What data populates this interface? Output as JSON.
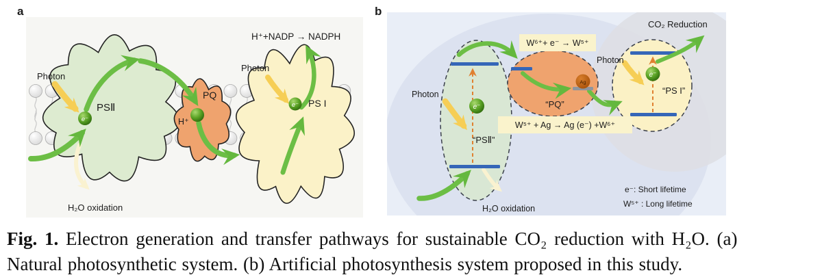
{
  "colors": {
    "arrow_green": "#6CBE45",
    "photon_yellow": "#F6CE55",
    "excitation_orange": "#E08030",
    "energy_bar_blue": "#3566B8",
    "gray_bar": "#8E959E",
    "psii_cloud_fill": "#DDEBD0",
    "pq_cloud_fill": "#EFA36E",
    "psi_cloud_fill": "#FBF2C8",
    "panel_a_bg": "#F6F6F3",
    "panel_b_bg": "#E9EEF7",
    "panel_b_decor_ellipse": "#D8DEED",
    "panel_b_decor_circle": "#DEDFE4",
    "psii_ellipse_fill": "#D9E7D4",
    "pq_ellipse_fill": "#EFA36E",
    "psi_circle_fill": "#FBF1C5",
    "eq_box_fill": "#FAF3CC",
    "ag_fill": "#C06515"
  },
  "panel_a": {
    "label": "a",
    "photon_left": "Photon",
    "psii": "PSⅡ",
    "pq": "PQ",
    "h_plus": "H⁺",
    "photon_right": "Photon",
    "psi": "PS I",
    "nadph_equation": "H⁺+NADP → NADPH",
    "h2o_oxidation": "H₂O oxidation",
    "electron": "e⁻"
  },
  "panel_b": {
    "label": "b",
    "photon_left": "Photon",
    "photon_right": "Photon",
    "psii": "“PSⅡ”",
    "pq": "“PQ”",
    "psi": "“PS I”",
    "silver": "Ag",
    "electron": "e⁻",
    "eq_w_reduction": "W⁶⁺+ e⁻ → W⁵⁺",
    "eq_ag_transfer": "W⁵⁺ + Ag → Ag (e⁻) +W⁶⁺",
    "co2_reduction": "CO₂ Reduction",
    "h2o_oxidation": "H₂O oxidation",
    "legend_electron": "e⁻: Short lifetime",
    "legend_w5": "W⁵⁺ : Long lifetime"
  },
  "caption": {
    "fig_label": "Fig. 1.",
    "line1": "Electron generation and transfer pathways for sustainable CO₂ reduction with H₂O. (a)",
    "line2": "Natural photosynthetic system. (b) Artificial photosynthesis system proposed in this study."
  }
}
